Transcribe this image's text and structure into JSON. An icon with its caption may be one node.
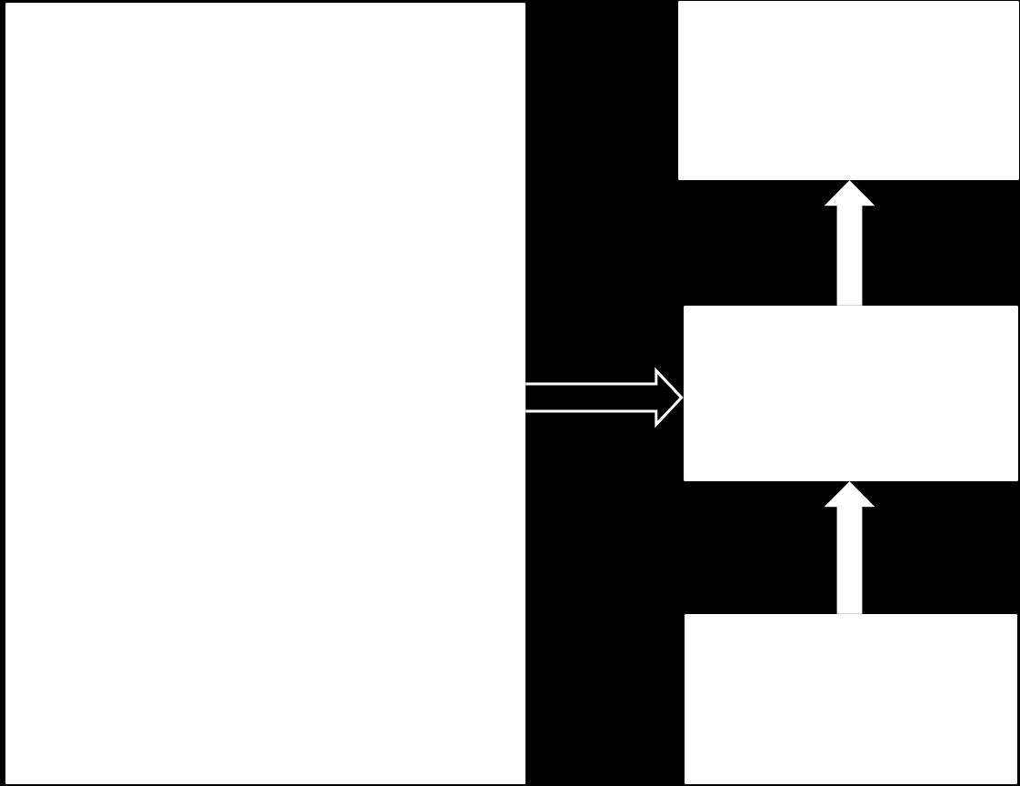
{
  "diagram": {
    "nodes": [
      {
        "text": [],
        "shape": "box"
      },
      {
        "text": [],
        "shape": "box"
      },
      {
        "text": [],
        "shape": "box"
      },
      {
        "text": [],
        "shape": "box"
      }
    ],
    "edges": [
      {
        "from": 0,
        "to": 2,
        "arrow": "to"
      },
      {
        "from": 2,
        "to": 1,
        "arrow": "to"
      },
      {
        "from": 3,
        "to": 2,
        "arrow": "to"
      }
    ]
  }
}
